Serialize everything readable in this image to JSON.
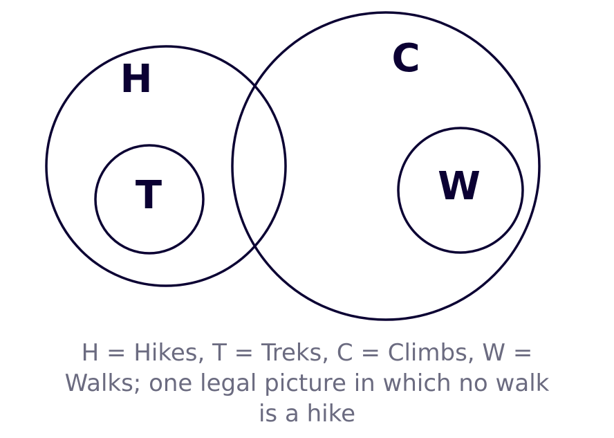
{
  "colors": {
    "stroke": "#0b0033",
    "label": "#0b0033",
    "caption": "#6b6b80",
    "background": "#ffffff"
  },
  "sets": [
    {
      "id": "H",
      "label": "H"
    },
    {
      "id": "T",
      "label": "T"
    },
    {
      "id": "C",
      "label": "C"
    },
    {
      "id": "W",
      "label": "W"
    }
  ],
  "caption": {
    "line1": "H = Hikes, T = Treks, C = Climbs, W =",
    "line2": "Walks; one legal picture in which no walk",
    "line3": "is a hike"
  }
}
